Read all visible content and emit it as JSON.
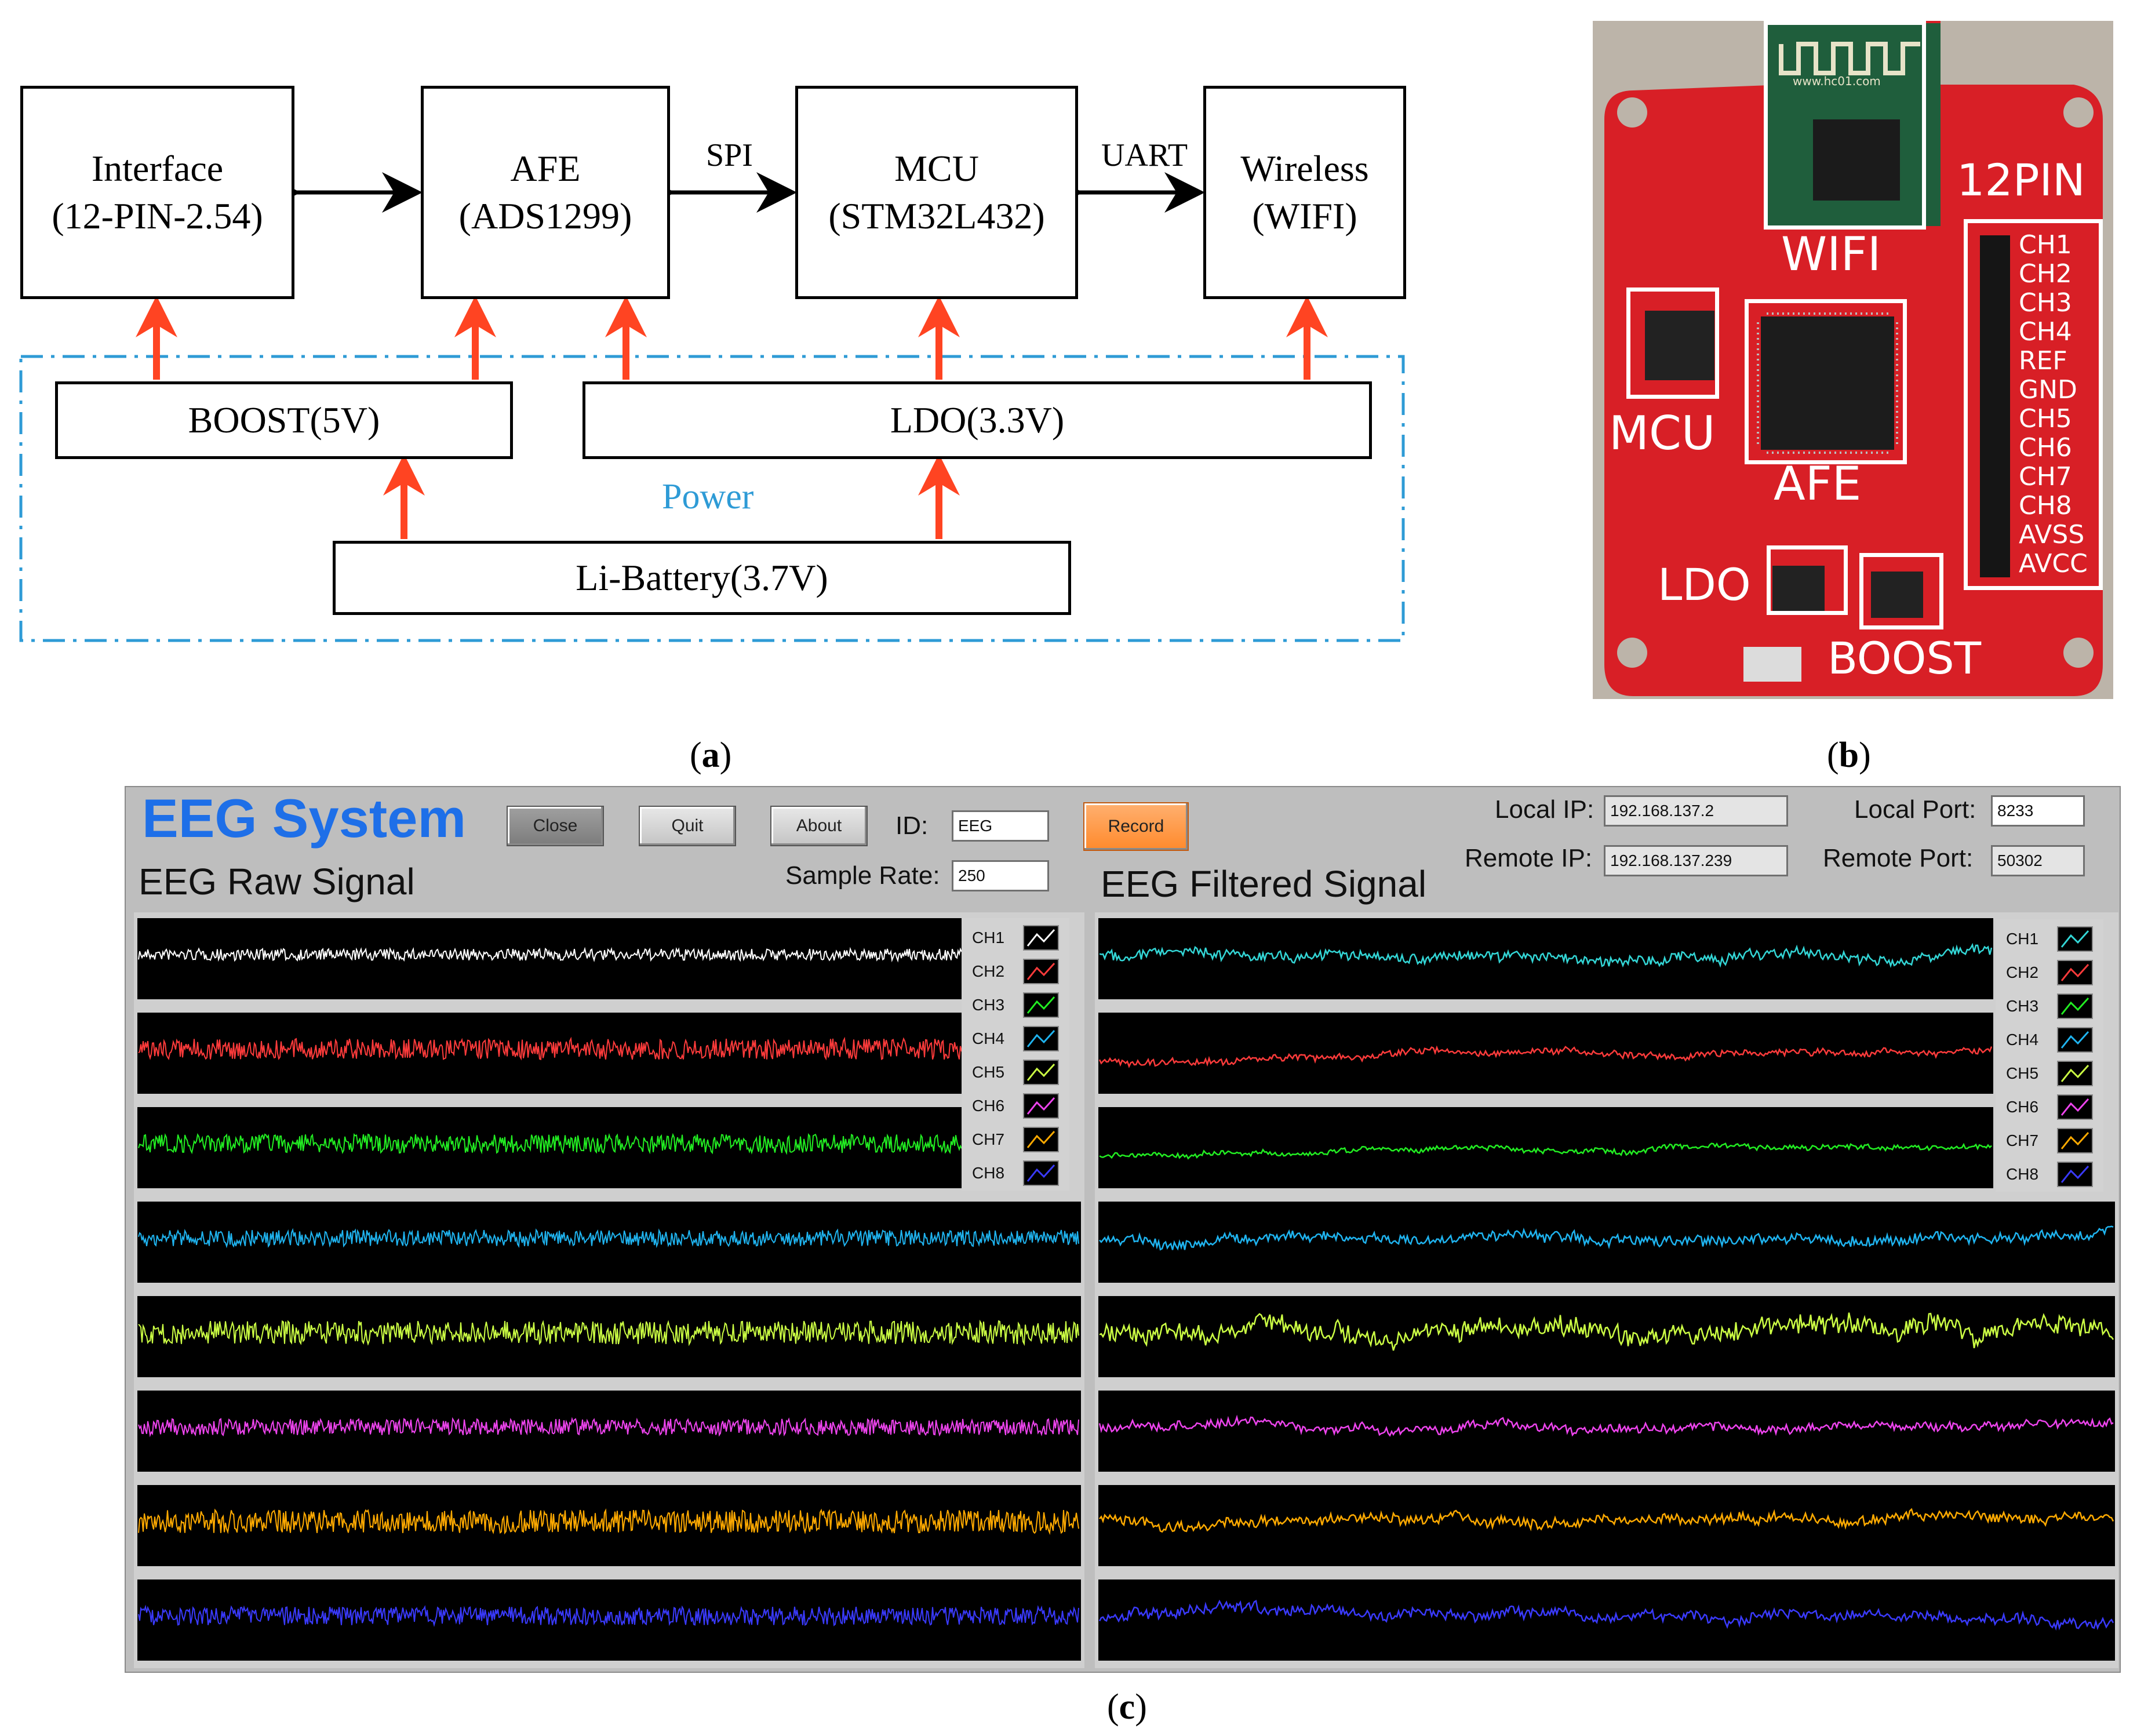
{
  "diagram": {
    "boxes": {
      "interface": {
        "line1": "Interface",
        "line2": "(12-PIN-2.54)"
      },
      "afe": {
        "line1": "AFE",
        "line2": "(ADS1299)"
      },
      "mcu": {
        "line1": "MCU",
        "line2": "(STM32L432)"
      },
      "wireless": {
        "line1": "Wireless",
        "line2": "(WIFI)"
      },
      "boost": "BOOST(5V)",
      "ldo": "LDO(3.3V)",
      "battery": "Li-Battery(3.7V)"
    },
    "links": {
      "spi": "SPI",
      "uart": "UART"
    },
    "power_label": "Power",
    "colors": {
      "power_arrow": "#ff4422",
      "power_border": "#2e9bd6",
      "power_text": "#2e9bd6"
    }
  },
  "photo": {
    "labels": {
      "wifi": "WIFI",
      "mcu": "MCU",
      "afe": "AFE",
      "ldo": "LDO",
      "boost": "BOOST",
      "pin_header": "12PIN",
      "module_print": "www.hc01.com"
    },
    "pins": [
      "CH1",
      "CH2",
      "CH3",
      "CH4",
      "REF",
      "GND",
      "CH5",
      "CH6",
      "CH7",
      "CH8",
      "AVSS",
      "AVCC"
    ],
    "board_color": "#d81f26"
  },
  "captions": {
    "a": "a",
    "b": "b",
    "c": "c"
  },
  "app": {
    "title": "EEG System",
    "buttons": {
      "close": "Close",
      "quit": "Quit",
      "about": "About",
      "record": "Record"
    },
    "fields": {
      "id_label": "ID:",
      "id_value": "EEG",
      "sample_rate_label": "Sample Rate:",
      "sample_rate_value": "250",
      "local_ip_label": "Local IP:",
      "local_ip_value": "192.168.137.2",
      "remote_ip_label": "Remote IP:",
      "remote_ip_value": "192.168.137.239",
      "local_port_label": "Local Port:",
      "local_port_value": "8233",
      "remote_port_label": "Remote Port:",
      "remote_port_value": "50302"
    },
    "raw_panel_title": "EEG Raw Signal",
    "filtered_panel_title": "EEG Filtered Signal",
    "channels": [
      {
        "name": "CH1",
        "raw_color": "#ffffff",
        "filtered_color": "#33d6d6"
      },
      {
        "name": "CH2",
        "raw_color": "#ff3b3b",
        "filtered_color": "#ff3b3b"
      },
      {
        "name": "CH3",
        "raw_color": "#22ee22",
        "filtered_color": "#22ee22"
      },
      {
        "name": "CH4",
        "raw_color": "#1fb4f0",
        "filtered_color": "#1fb4f0"
      },
      {
        "name": "CH5",
        "raw_color": "#ccff44",
        "filtered_color": "#ccff44"
      },
      {
        "name": "CH6",
        "raw_color": "#ee44ee",
        "filtered_color": "#ee44ee"
      },
      {
        "name": "CH7",
        "raw_color": "#ffaa00",
        "filtered_color": "#ffaa00"
      },
      {
        "name": "CH8",
        "raw_color": "#3a3aff",
        "filtered_color": "#3a3aff"
      }
    ]
  }
}
